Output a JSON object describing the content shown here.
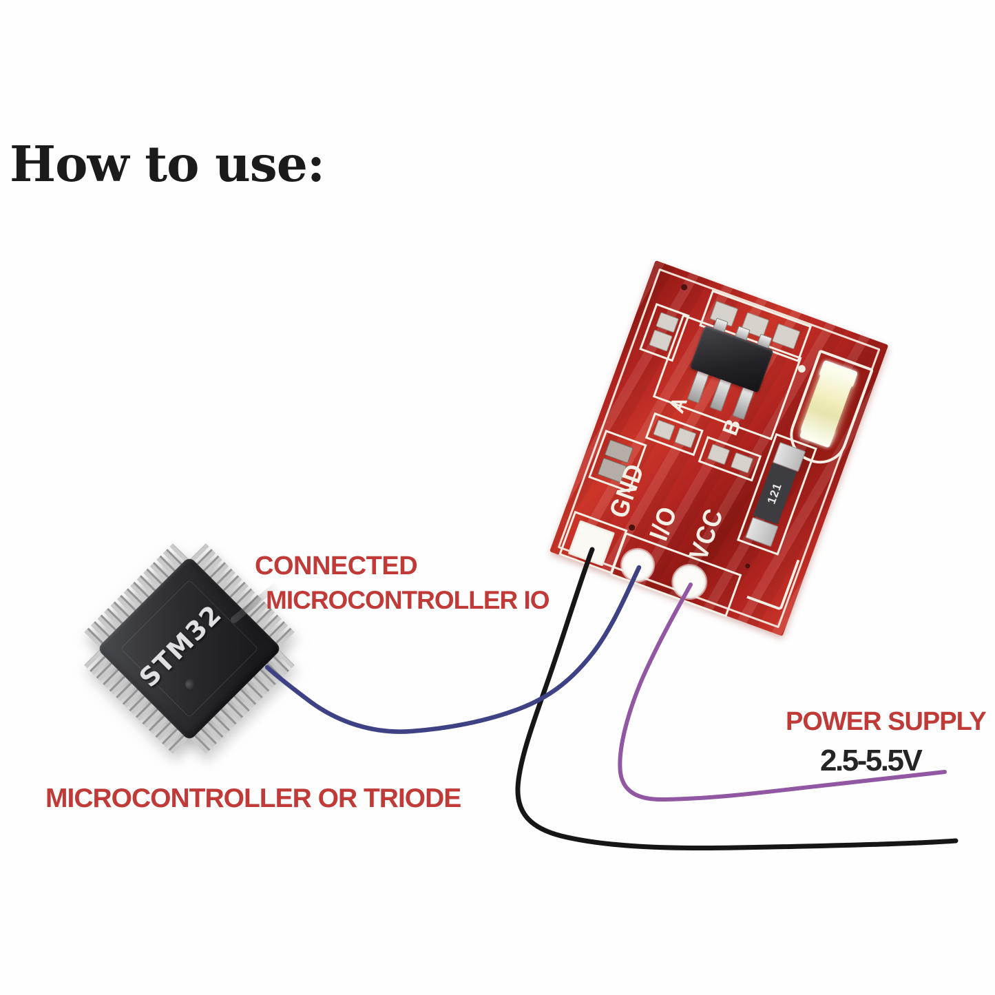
{
  "title": "How to use:",
  "captions": {
    "connected_line1": "CONNECTED",
    "connected_line2": "MICROCONTROLLER IO",
    "microcontroller": "MICROCONTROLLER OR TRIODE",
    "power_supply": "POWER SUPPLY",
    "voltage_range": "2.5-5.5V"
  },
  "module": {
    "pin_labels": {
      "gnd": "GND",
      "io": "I/O",
      "vcc": "VCC"
    },
    "jumpers": {
      "a": "A",
      "b": "B"
    },
    "resistor_code": "121"
  },
  "chip": {
    "label": "STM32"
  },
  "css_vars": {
    "caption-red": "#c03a37",
    "pcb-red": "#b22420",
    "pcb-red-light": "#cc3629",
    "pcb-red-dark": "#8f1813",
    "silk": "#f5f0e6",
    "led-yellow": "#f1edba",
    "chip-body": "#2c2c30",
    "wire-black": "#161616",
    "wire-blue": "#3e4284",
    "wire-purple": "#9157a3"
  }
}
